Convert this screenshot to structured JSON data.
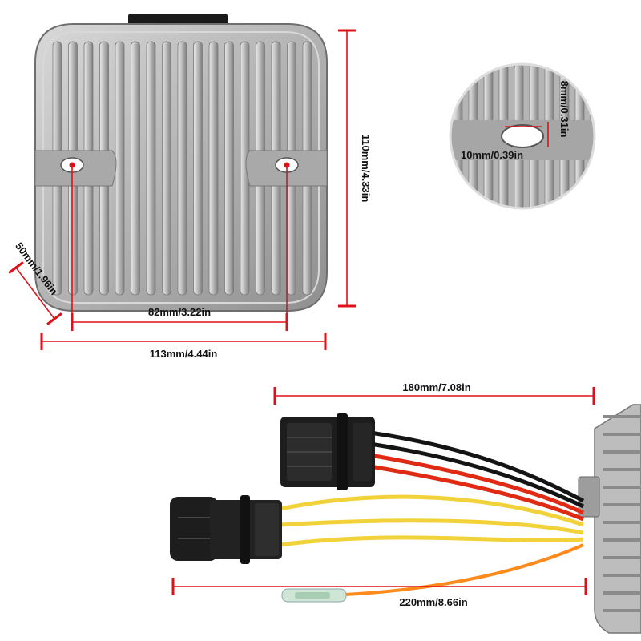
{
  "dimensions": {
    "width_label": "113mm/4.44in",
    "hole_spacing_label": "82mm/3.22in",
    "height_label": "110mm/4.33in",
    "depth_label": "50mm/1.96in",
    "slot_length_label": "10mm/0.39in",
    "slot_width_label": "8mm/0.31in",
    "upper_wire_length_label": "180mm/7.08in",
    "lower_wire_length_label": "220mm/8.66in"
  },
  "colors": {
    "dimension_line": "#e0101a",
    "body_metal": "#b9b9b9",
    "wire_black": "#141414",
    "wire_red": "#e02a14",
    "wire_orange": "#ff8a1c",
    "wire_yellow": "#f2d23a",
    "connector": "#1d1d1d"
  }
}
